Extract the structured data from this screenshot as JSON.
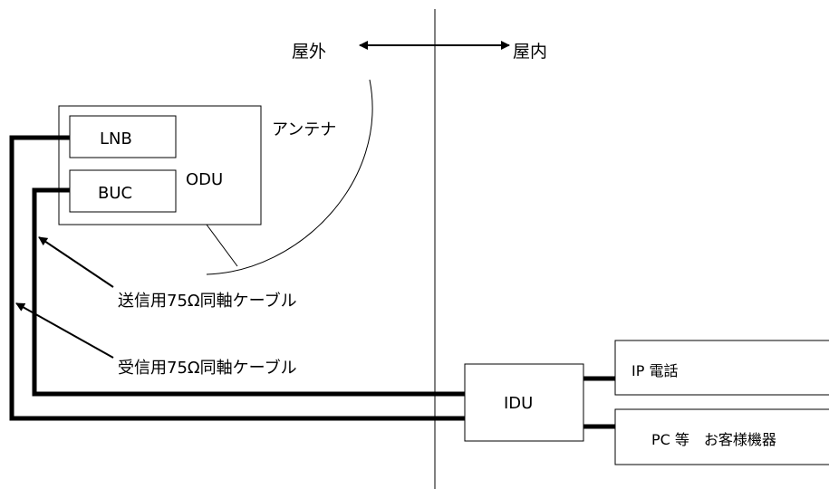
{
  "labels": {
    "outdoor": "屋外",
    "indoor": "屋内",
    "antenna": "アンテナ",
    "lnb": "LNB",
    "buc": "BUC",
    "odu": "ODU",
    "tx_cable": "送信用75Ω同軸ケーブル",
    "rx_cable": "受信用75Ω同軸ケーブル",
    "idu": "IDU",
    "ip_phone": "IP 電話",
    "pc": "PC 等　お客様機器"
  },
  "colors": {
    "line": "#000000",
    "background": "#ffffff"
  }
}
